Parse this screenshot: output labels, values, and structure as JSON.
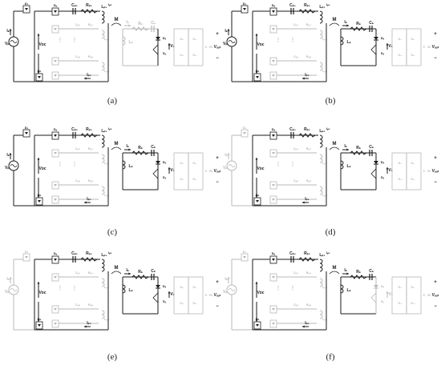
{
  "labels": {
    "d1": "D₁",
    "dp": "Dₚ",
    "dp2": "Dₚ",
    "dn": "Dₙ",
    "is": "Iₛ",
    "vin": "Vᵢₙ",
    "vdc": "Vᴅᴄ",
    "cp1": "Cₚ₁",
    "rp1": "Rₚ₁",
    "cpn": "Cₚₙ",
    "rpn": "Rₚₙ",
    "cp2": "Cₚ₂",
    "rp2": "Rₚ₂",
    "lp1": "Lₚ₁",
    "lp2": "Lₚ₂",
    "lpn": "Lₚₙ",
    "ipn": "Iₚₙ",
    "ip1": "Iₚ₁",
    "m": "M",
    "is2": "Iₛ",
    "rs": "Rₛ",
    "cs": "Cₛ",
    "ls": "Lₛ",
    "da": "Dₐ",
    "sa": "Sₐ",
    "vs": "Vₛ",
    "dr1": "Dᵣ₁",
    "dr2": "Dᵣ₂",
    "dr3": "Dᵣ₃",
    "dr4": "Dᵣ₄",
    "c": "C",
    "r": "Rₗ",
    "vout": "Vₒᵤₜ",
    "plus": "+",
    "minus": "−",
    "dots": "⋮"
  },
  "panels": [
    {
      "id": "a",
      "caption": "(a)",
      "active": {
        "source": true,
        "primary": true,
        "lower": true,
        "sec_left": false,
        "sec_switch": true
      }
    },
    {
      "id": "b",
      "caption": "(b)",
      "active": {
        "source": true,
        "primary": true,
        "lower": true,
        "sec_left": true,
        "sec_switch": true
      }
    },
    {
      "id": "c",
      "caption": "(c)",
      "active": {
        "source": true,
        "primary": true,
        "lower": true,
        "sec_left": true,
        "sec_switch": true
      }
    },
    {
      "id": "d",
      "caption": "(d)",
      "active": {
        "source": false,
        "primary": true,
        "lower": true,
        "sec_left": true,
        "sec_switch": true
      }
    },
    {
      "id": "e",
      "caption": "(e)",
      "active": {
        "source": false,
        "primary": true,
        "lower": true,
        "sec_left": true,
        "sec_switch": true
      }
    },
    {
      "id": "f",
      "caption": "(f)",
      "active": {
        "source": false,
        "primary": true,
        "lower": true,
        "sec_left": true,
        "sec_switch": false
      }
    }
  ],
  "colors": {
    "active": "#1a1a1a",
    "inactive": "#b8b8b8"
  }
}
